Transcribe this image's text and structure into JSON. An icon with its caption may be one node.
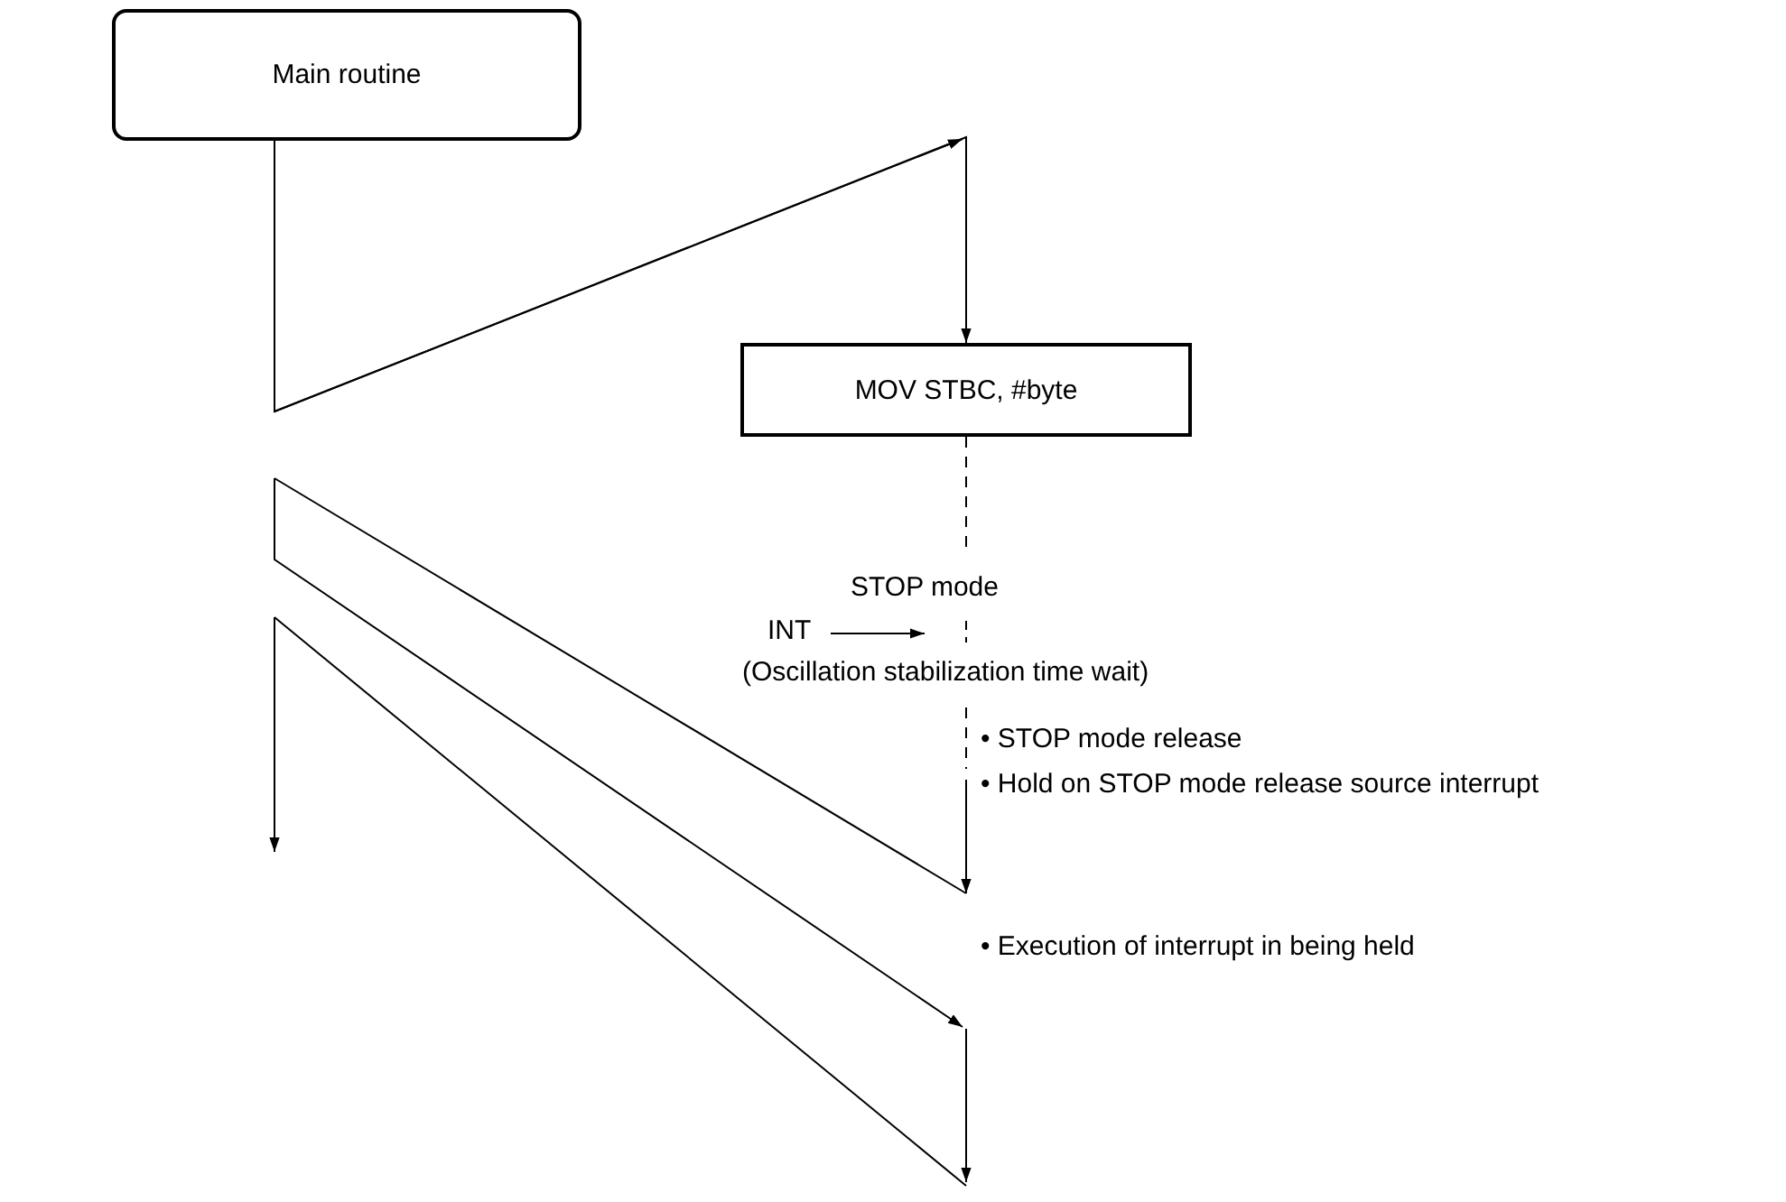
{
  "diagram": {
    "nodes": [
      {
        "text": [
          "Main routine"
        ]
      },
      {
        "text": [
          "MOV STBC, #byte"
        ]
      }
    ],
    "edges": [
      {
        "from": 0,
        "to": 1,
        "arrow": "to"
      },
      {
        "from": 1,
        "to": null,
        "arrow": "none",
        "style": "dashed"
      }
    ],
    "labels": [
      "STOP mode",
      "INT",
      "(Oscillation stabilization time wait)",
      "• STOP mode release",
      "• Hold on STOP mode release source interrupt",
      "• Execution of interrupt in being held"
    ]
  }
}
